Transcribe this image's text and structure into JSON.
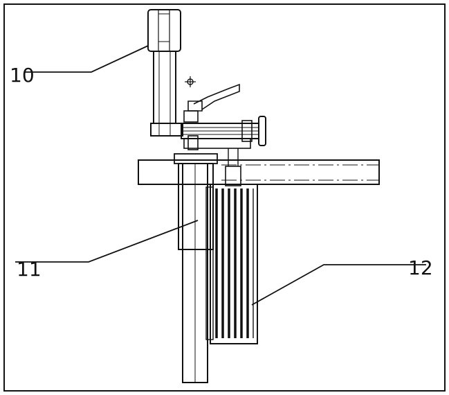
{
  "callouts": {
    "c10": "10",
    "c11": "11",
    "c12": "12"
  },
  "colors": {
    "ink": "#111111",
    "paper": "#ffffff"
  }
}
